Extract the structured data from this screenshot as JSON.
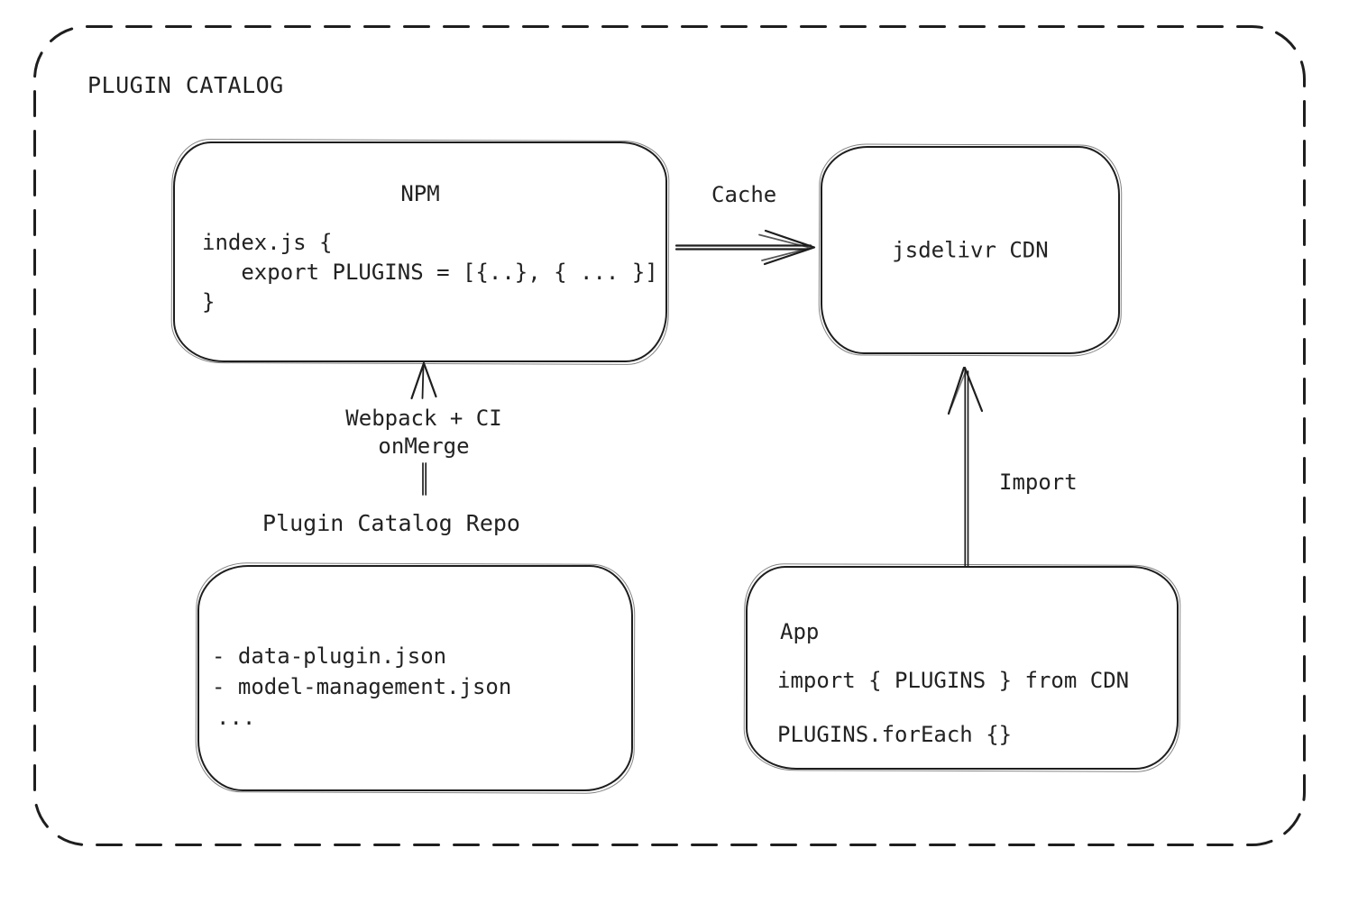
{
  "diagram": {
    "title": "PLUGIN CATALOG",
    "colors": {
      "stroke": "#1e1e1e",
      "text": "#222222",
      "background": "#ffffff"
    },
    "nodes": {
      "npm": {
        "title": "NPM",
        "code": [
          "index.js {",
          "   export PLUGINS = [{..}, { ... }]",
          "}"
        ]
      },
      "cdn": {
        "title": "jsdelivr CDN"
      },
      "repo": {
        "label": "Plugin Catalog Repo",
        "items": [
          "- data-plugin.json",
          "- model-management.json",
          "..."
        ]
      },
      "app": {
        "title": "App",
        "code": [
          "import { PLUGINS } from CDN",
          "PLUGINS.forEach {}"
        ]
      }
    },
    "edges": {
      "cache": {
        "label": "Cache"
      },
      "build": {
        "line1": "Webpack + CI",
        "line2": "onMerge"
      },
      "import": {
        "label": "Import"
      }
    }
  }
}
